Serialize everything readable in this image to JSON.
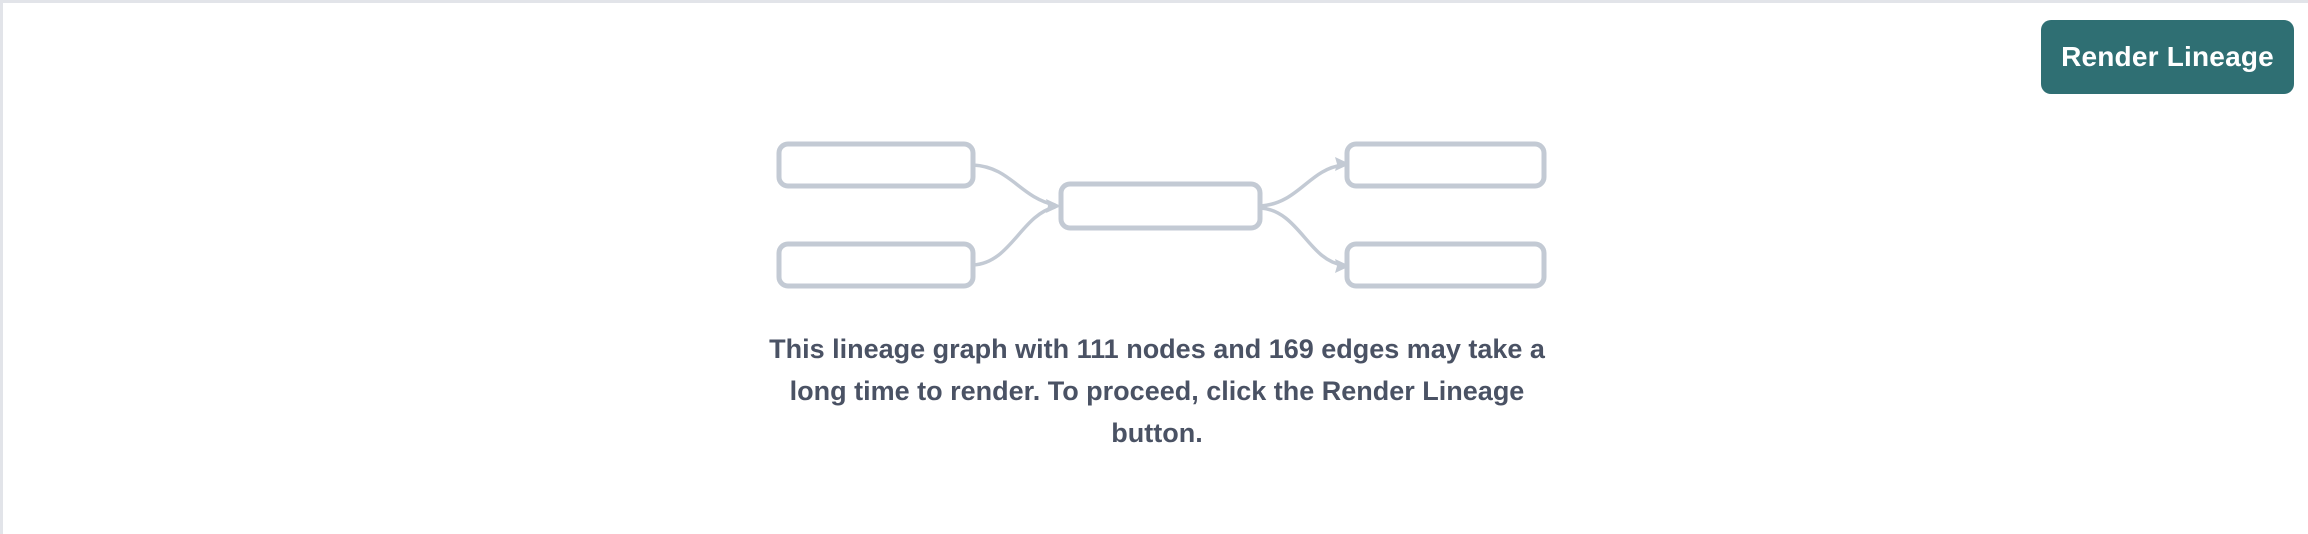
{
  "panel": {
    "name": "lineage-placeholder-panel",
    "background_color": "#ffffff",
    "border_color": "#e2e4e9"
  },
  "toolbar": {
    "render_lineage_label": "Render Lineage",
    "button_color": "#2f6f73",
    "button_text_color": "#ffffff"
  },
  "placeholder_graph": {
    "description": "lineage-graph-placeholder",
    "node_stroke_color": "#c3cad4",
    "node_fill_color": "#ffffff",
    "edge_color": "#c3cad4",
    "nodes": [
      {
        "id": "left-top",
        "label": ""
      },
      {
        "id": "left-bottom",
        "label": ""
      },
      {
        "id": "center",
        "label": ""
      },
      {
        "id": "right-top",
        "label": ""
      },
      {
        "id": "right-bottom",
        "label": ""
      }
    ],
    "edges": [
      {
        "from": "left-top",
        "to": "center"
      },
      {
        "from": "left-bottom",
        "to": "center"
      },
      {
        "from": "center",
        "to": "right-top"
      },
      {
        "from": "center",
        "to": "right-bottom"
      }
    ]
  },
  "message": {
    "text": "This lineage graph with 111 nodes and 169 edges may take a long time to render. To proceed, click the Render Lineage button.",
    "node_count": "111",
    "edge_count": "169",
    "text_color": "#4a5264"
  }
}
